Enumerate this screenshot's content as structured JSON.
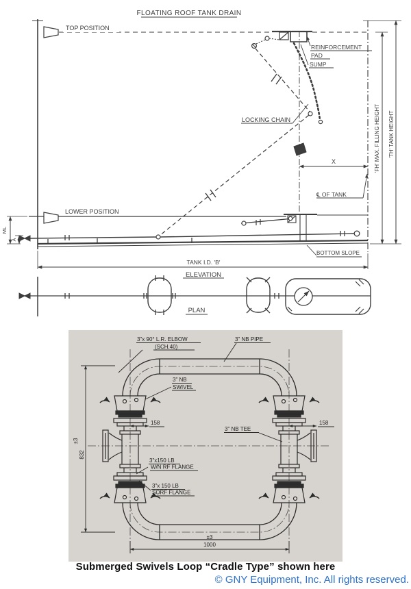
{
  "elevation": {
    "title": "FLOATING ROOF TANK DRAIN",
    "labels": {
      "top_position": "TOP POSITION",
      "reinforcement_1": "REINFORCEMENT",
      "reinforcement_2": "PAD",
      "sump": "SUMP",
      "locking_chain": "LOCKING CHAIN",
      "x_dim": "X",
      "cl_of_tank": "℄ OF TANK",
      "lower_position": "LOWER POSITION",
      "ml_dim": "ML",
      "a_dim": "A",
      "bottom_slope": "BOTTOM SLOPE",
      "tank_id": "TANK I.D. 'B'",
      "view_name": "ELEVATION",
      "fh_height": "'FH' MAX. FILLING HEIGHT",
      "th_height": "'TH' TANK HEIGHT"
    }
  },
  "plan": {
    "view_name": "PLAN"
  },
  "detail": {
    "labels": {
      "elbow_1": "3\"x 90° L.R. ELBOW",
      "elbow_2": "(SCH.40)",
      "pipe": "3\" NB  PIPE",
      "swivel_1": "3\" NB",
      "swivel_2": "SWIVEL",
      "tee": "3\" NB TEE",
      "dim_158_left": "158",
      "dim_158_right": "158",
      "wn_flange_1": "3\"x150 LB",
      "wn_flange_2": "W/N RF FLANGE",
      "sorf_flange_1": "3\"x 150 LB",
      "sorf_flange_2": "SORF FLANGE",
      "dim_pm3_left": "±3",
      "dim_832": "832",
      "dim_pm3_bottom": "±3",
      "dim_1000": "1000"
    }
  },
  "caption": {
    "text": "Submerged Swivels Loop “Cradle Type” shown here"
  },
  "footer": {
    "copyright": "© GNY Equipment, Inc. All rights reserved.",
    "copyright_color": "#2d72cc"
  }
}
